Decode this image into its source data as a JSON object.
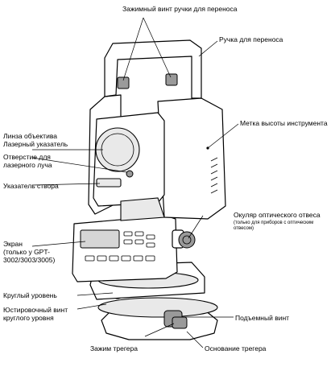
{
  "labels": {
    "carry_handle_screw": "Зажимный винт ручки для переноса",
    "carry_handle": "Ручка для переноса",
    "height_mark": "Метка высоты инструмента",
    "objective_lens": "Линза объектива\nЛазерный указатель",
    "laser_aperture": "Отверстие для\nлазерного луча",
    "sighting_indicator": "Указатель створа",
    "display": "Экран\n(только у GPT-\n3002/3003/3005)",
    "circular_level": "Круглый уровень",
    "circular_level_screw": "Юстировочный винт\nкруглого уровня",
    "tribrach_clamp": "Зажим трегера",
    "tribrach_base": "Основание трегера",
    "leveling_screw": "Подъемный винт",
    "plummet_eyepiece": "Окуляр оптического отвеса",
    "plummet_note": "(только для приборов с оптическим\nотвесом)"
  }
}
